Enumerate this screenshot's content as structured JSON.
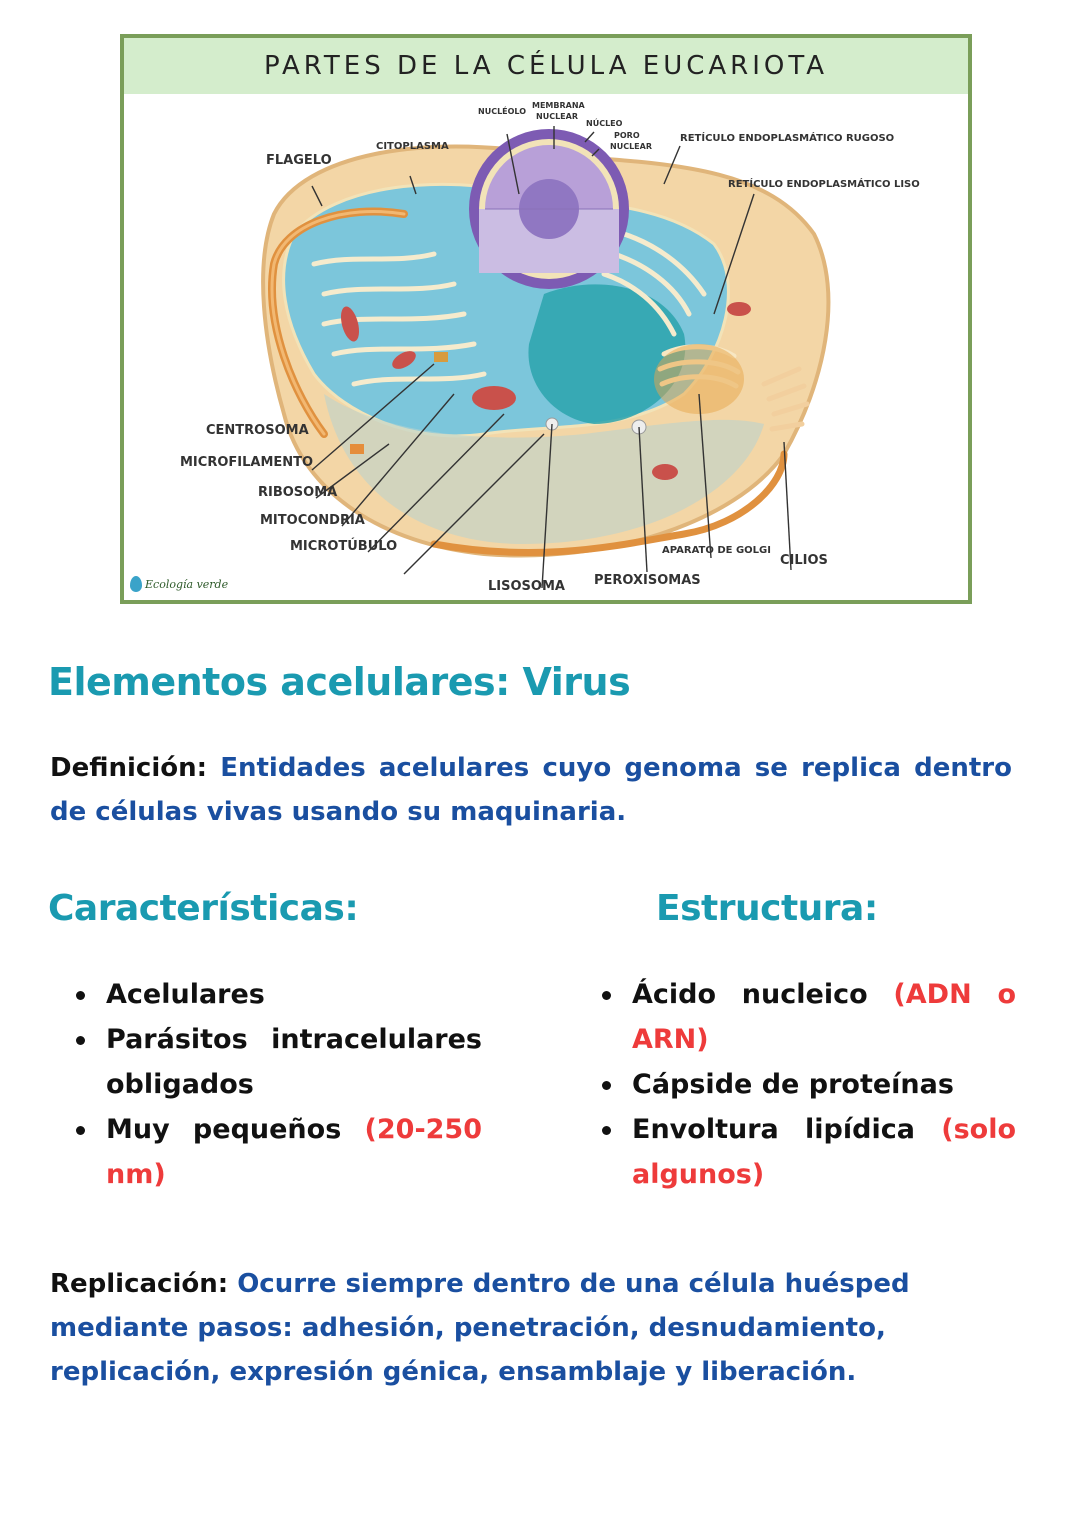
{
  "figure": {
    "title": "PARTES DE LA CÉLULA EUCARIOTA",
    "watermark": "Ecología verde",
    "labels": {
      "nucleolo": "NUCLÉOLO",
      "membrana_nuclear_1": "MEMBRANA",
      "membrana_nuclear_2": "NUCLEAR",
      "nucleo": "NÚCLEO",
      "poro_nuclear_1": "PORO",
      "poro_nuclear_2": "NUCLEAR",
      "reticulo_rugoso": "RETÍCULO ENDOPLASMÁTICO RUGOSO",
      "reticulo_liso": "RETÍCULO ENDOPLASMÁTICO LISO",
      "citoplasma": "CITOPLASMA",
      "flagelo": "FLAGELO",
      "centrosoma": "CENTROSOMA",
      "microfilamento": "MICROFILAMENTO",
      "ribosoma": "RIBOSOMA",
      "mitocondria": "MITOCONDRIA",
      "microtubulo": "MICROTÚBULO",
      "lisosoma": "LISOSOMA",
      "peroxisomas": "PEROXISOMAS",
      "golgi": "APARATO DE GOLGI",
      "cilios": "CILIOS"
    },
    "colors": {
      "frame": "#7a9e59",
      "header": "#d4edcc"
    }
  },
  "section": {
    "title": "Elementos acelulares: Virus",
    "definition": {
      "label": "Definición:",
      "text": "Entidades acelulares cuyo genoma se replica dentro de células vivas usando su maquinaria."
    },
    "characteristics": {
      "title": "Características:",
      "items": [
        {
          "text": "Acelulares",
          "note": ""
        },
        {
          "text": "Parásitos intracelulares obligados",
          "note": ""
        },
        {
          "text": "Muy pequeños",
          "note": "(20-250 nm)"
        }
      ]
    },
    "structure": {
      "title": "Estructura:",
      "items": [
        {
          "text": "Ácido nucleico",
          "note": "(ADN o ARN)"
        },
        {
          "text": "Cápside de proteínas",
          "note": ""
        },
        {
          "text": "Envoltura lipídica",
          "note": "(solo algunos)"
        }
      ]
    },
    "replication": {
      "label": "Replicación:",
      "text": "Ocurre siempre dentro de una célula huésped mediante pasos: adhesión, penetración, desnudamiento, replicación, expresión génica, ensamblaje y liberación."
    }
  },
  "colors": {
    "heading": "#1a9ab0",
    "body_blue": "#1a4fa0",
    "accent_red": "#ee3b3b",
    "text": "#111111"
  }
}
